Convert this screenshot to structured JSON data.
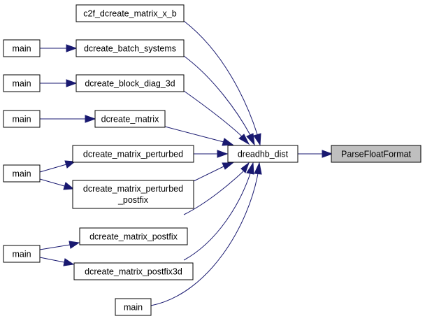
{
  "graph": {
    "nodes": {
      "parse_float_format": {
        "label": "ParseFloatFormat"
      },
      "dreadhb_dist": {
        "label": "dreadhb_dist"
      },
      "c2f_dcreate_matrix_x_b": {
        "label": "c2f_dcreate_matrix_x_b"
      },
      "dcreate_batch_systems": {
        "label": "dcreate_batch_systems"
      },
      "dcreate_block_diag_3d": {
        "label": "dcreate_block_diag_3d"
      },
      "dcreate_matrix": {
        "label": "dcreate_matrix"
      },
      "dcreate_matrix_perturbed": {
        "label": "dcreate_matrix_perturbed"
      },
      "dcreate_matrix_perturbed_postfix": {
        "label_line1": "dcreate_matrix_perturbed",
        "label_line2": "_postfix"
      },
      "dcreate_matrix_postfix": {
        "label": "dcreate_matrix_postfix"
      },
      "dcreate_matrix_postfix3d": {
        "label": "dcreate_matrix_postfix3d"
      },
      "main_direct": {
        "label": "main"
      },
      "main_batch": {
        "label": "main"
      },
      "main_block": {
        "label": "main"
      },
      "main_matrix": {
        "label": "main"
      },
      "main_perturbed": {
        "label": "main"
      },
      "main_postfix": {
        "label": "main"
      }
    },
    "edges": [
      {
        "from": "dreadhb_dist",
        "to": "parse_float_format"
      },
      {
        "from": "c2f_dcreate_matrix_x_b",
        "to": "dreadhb_dist"
      },
      {
        "from": "dcreate_batch_systems",
        "to": "dreadhb_dist"
      },
      {
        "from": "dcreate_block_diag_3d",
        "to": "dreadhb_dist"
      },
      {
        "from": "dcreate_matrix",
        "to": "dreadhb_dist"
      },
      {
        "from": "dcreate_matrix_perturbed",
        "to": "dreadhb_dist"
      },
      {
        "from": "dcreate_matrix_perturbed_postfix",
        "to": "dreadhb_dist"
      },
      {
        "from": "dcreate_matrix_postfix",
        "to": "dreadhb_dist"
      },
      {
        "from": "dcreate_matrix_postfix3d",
        "to": "dreadhb_dist"
      },
      {
        "from": "main_direct",
        "to": "dreadhb_dist"
      },
      {
        "from": "main_batch",
        "to": "dcreate_batch_systems"
      },
      {
        "from": "main_block",
        "to": "dcreate_block_diag_3d"
      },
      {
        "from": "main_matrix",
        "to": "dcreate_matrix"
      },
      {
        "from": "main_perturbed",
        "to": "dcreate_matrix_perturbed"
      },
      {
        "from": "main_perturbed",
        "to": "dcreate_matrix_perturbed_postfix"
      },
      {
        "from": "main_postfix",
        "to": "dcreate_matrix_postfix"
      },
      {
        "from": "main_postfix",
        "to": "dcreate_matrix_postfix3d"
      }
    ],
    "colors": {
      "edge": "#191970",
      "highlight_fill": "#bfbfbf",
      "node_fill": "#ffffff",
      "node_stroke": "#000000"
    }
  }
}
